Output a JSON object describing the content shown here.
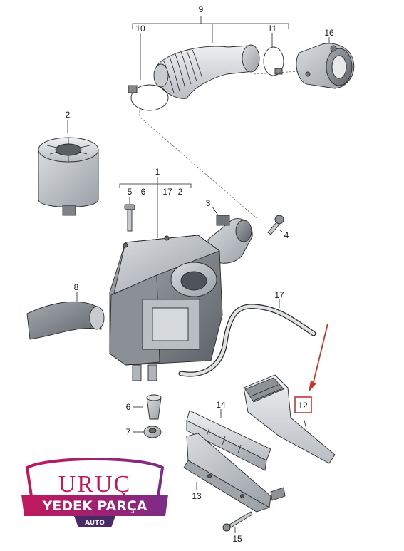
{
  "diagram": {
    "labels": [
      "9",
      "10",
      "11",
      "16",
      "2",
      "1",
      "5",
      "6",
      "17",
      "2",
      "3",
      "4",
      "8",
      "17",
      "12",
      "6",
      "7",
      "14",
      "13",
      "15"
    ],
    "highlight_color": "#c0392b"
  },
  "logo": {
    "line1": "URUÇ",
    "line2": "YEDEK PARÇA",
    "line3": "AUTO",
    "color_primary": "#c2185b",
    "color_secondary": "#7b2c86",
    "color_dark": "#4a2a66"
  }
}
